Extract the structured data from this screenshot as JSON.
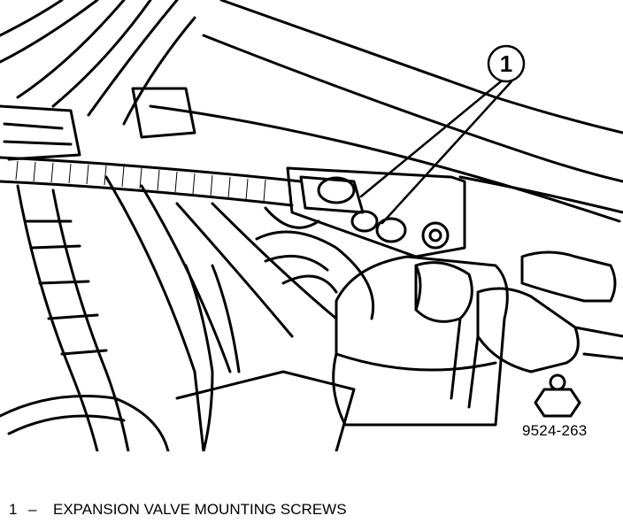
{
  "figure": {
    "id_label": "9524-263",
    "callout": {
      "number": "1"
    }
  },
  "legend": {
    "items": [
      {
        "number": "1",
        "separator": "–",
        "text": "EXPANSION VALVE MOUNTING SCREWS"
      }
    ]
  }
}
